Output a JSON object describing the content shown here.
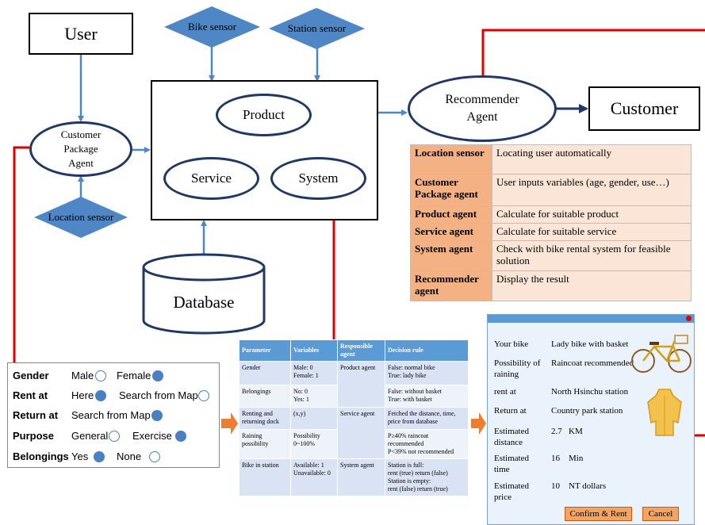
{
  "nodes": {
    "user": "User",
    "bike_sensor": "Bike sensor",
    "station_sensor": "Station sensor",
    "customer_package_agent": [
      "Customer",
      "Package",
      "Agent"
    ],
    "location_sensor": "Location sensor",
    "product": "Product",
    "service": "Service",
    "system": "System",
    "database": "Database",
    "recommender_agent": [
      "Recommender",
      "Agent"
    ],
    "customer": "Customer"
  },
  "agent_table": [
    {
      "name": "Location sensor",
      "desc": "Locating user automatically"
    },
    {
      "name": "Customer Package agent",
      "desc": "User inputs variables (age, gender, use…)"
    },
    {
      "name": "Product agent",
      "desc": "Calculate for suitable product"
    },
    {
      "name": "Service agent",
      "desc": "Calculate for suitable service"
    },
    {
      "name": "System agent",
      "desc": "Check with bike rental system for feasible solution"
    },
    {
      "name": "Recommender agent",
      "desc": "Display the result"
    }
  ],
  "form": {
    "gender": {
      "label": "Gender",
      "opt1": "Male",
      "opt2": "Female"
    },
    "rent_at": {
      "label": "Rent at",
      "opt1": "Here",
      "opt2": "Search from Map"
    },
    "return_at": {
      "label": "Return at",
      "opt1": "Search from Map"
    },
    "purpose": {
      "label": "Purpose",
      "opt1": "General",
      "opt2": "Exercise"
    },
    "belongings": {
      "label": "Belongings",
      "opt1": "Yes",
      "opt2": "None"
    }
  },
  "rule_table": {
    "headers": [
      "Parameter",
      "Variables",
      "Responsible agent",
      "Decision rule"
    ],
    "rows": [
      {
        "param": "Gender",
        "vars": "Male: 0\nFemale: 1",
        "agent": "Product agent",
        "rule": "False: normal bike\nTrue: lady bike"
      },
      {
        "param": "Belongings",
        "vars": "No: 0\nYes: 1",
        "agent": "",
        "rule": "False: without basket\nTrue: with basket"
      },
      {
        "param": "Renting and returning dock",
        "vars": "(x,y)",
        "agent": "Service agent",
        "rule": "Fetched the distance, time, price from database"
      },
      {
        "param": "Raining possibility",
        "vars": "Possibility\n0~100%",
        "agent": "",
        "rule": "P≥40%  raincoat recommended\nP<39%  not recommended"
      },
      {
        "param": "Bike in station",
        "vars": "Available: 1\nUnavailable: 0",
        "agent": "System agent",
        "rule": "Station is full:\nrent (true)   return (false)\nStation is empty:\nrent (false)   return (true)"
      }
    ]
  },
  "result": {
    "your_bike_label": "Your bike",
    "your_bike": "Lady bike with basket",
    "rain_label": "Possibility of raining",
    "rain": "Raincoat recommended",
    "rent_label": "rent at",
    "rent": "North Hsinchu station",
    "return_label": "Return at",
    "return": "Country park station",
    "distance_label": "Estimated distance",
    "distance": "2.7   KM",
    "time_label": "Estimated time",
    "time": "16    Min",
    "price_label": "Estimated price",
    "price": "10    NT dollars",
    "confirm": "Confirm & Rent",
    "cancel": "Cancel"
  },
  "colors": {
    "connector_blue": "#4e86c6",
    "connector_red": "#e00000",
    "ellipse_border": "#1f3864",
    "diamond_fill": "#4e86c6",
    "table_key": "#f4b183",
    "table_value": "#fbe5d6"
  }
}
